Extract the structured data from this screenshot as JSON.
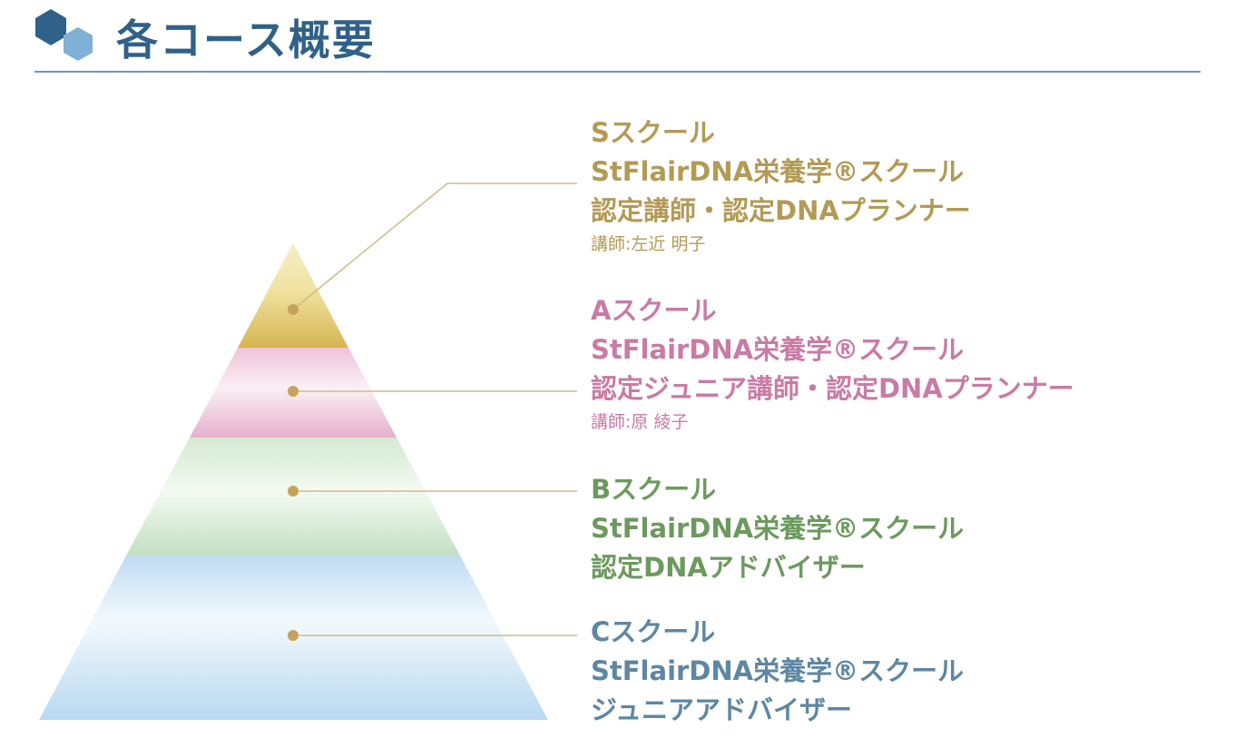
{
  "header": {
    "title": "各コース概要"
  },
  "colors": {
    "title": "#2f6189",
    "s": "#b39a55",
    "a": "#c97ba5",
    "b": "#6c9a5e",
    "c": "#5d87a3"
  },
  "courses": [
    {
      "name": "Sスクール",
      "line2": "StFlairDNA栄養学®スクール",
      "line3": "認定講師・認定DNAプランナー",
      "instructor": "講師:左近 明子"
    },
    {
      "name": "Aスクール",
      "line2": "StFlairDNA栄養学®スクール",
      "line3": "認定ジュニア講師・認定DNAプランナー",
      "instructor": "講師:原 綾子"
    },
    {
      "name": "Bスクール",
      "line2": "StFlairDNA栄養学®スクール",
      "line3": "認定DNAアドバイザー"
    },
    {
      "name": "Cスクール",
      "line2": "StFlairDNA栄養学®スクール",
      "line3": "ジュニアアドバイザー"
    }
  ]
}
